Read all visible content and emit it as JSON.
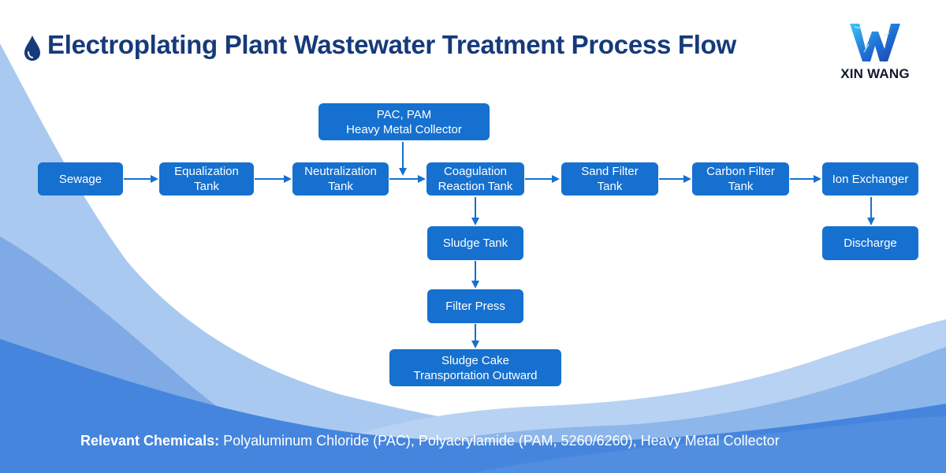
{
  "title": "Electroplating Plant Wastewater Treatment Process Flow",
  "logo": {
    "text": "XIN WANG"
  },
  "nodes": {
    "chemicals_input": "PAC, PAM\nHeavy Metal Collector",
    "sewage": "Sewage",
    "equalization": "Equalization\nTank",
    "neutralization": "Neutralization\nTank",
    "coagulation": "Coagulation\nReaction Tank",
    "sand_filter": "Sand Filter\nTank",
    "carbon_filter": "Carbon Filter\nTank",
    "ion_exchanger": "Ion Exchanger",
    "discharge": "Discharge",
    "sludge_tank": "Sludge Tank",
    "filter_press": "Filter Press",
    "sludge_cake": "Sludge Cake\nTransportation Outward"
  },
  "footer": {
    "label": "Relevant Chemicals:",
    "text": " Polyaluminum Chloride (PAC), Polyacrylamide (PAM, 5260/6260), Heavy Metal Collector"
  },
  "colors": {
    "title": "#163a7a",
    "box": "#1670cf",
    "arrow": "#1670cf",
    "wave_light": "#8fb8ea",
    "wave_dark": "#3f80dc"
  }
}
